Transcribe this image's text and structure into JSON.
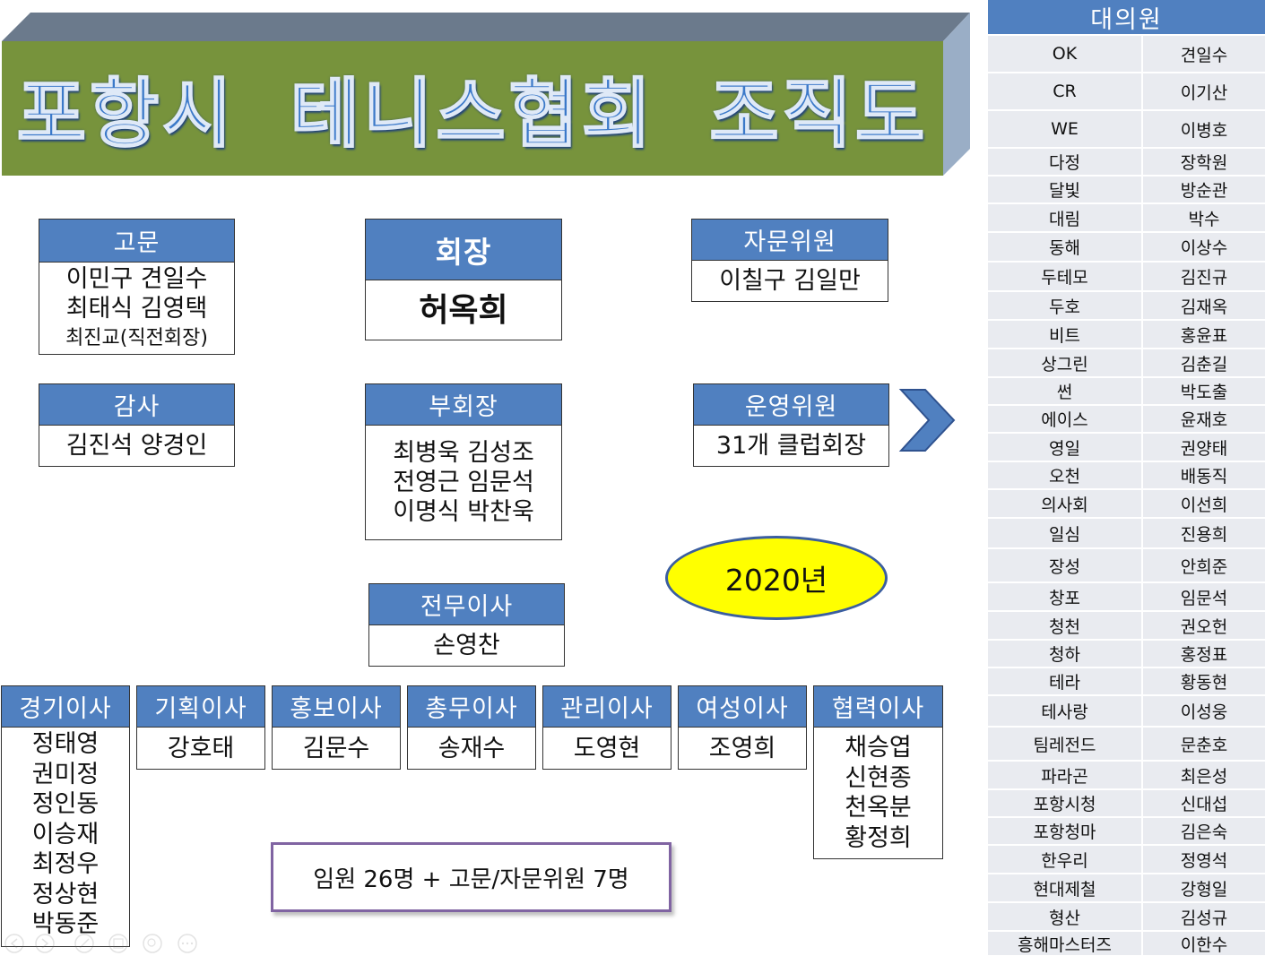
{
  "banner": {
    "title": "포항시 테니스협회 조직도"
  },
  "advisors": {
    "label": "고문",
    "names": [
      "이민구 견일수",
      "최태식 김영택",
      "최진교(직전회장)"
    ]
  },
  "president": {
    "label": "회장",
    "name": "허옥희"
  },
  "counselors": {
    "label": "자문위원",
    "names": [
      "이칠구 김일만"
    ]
  },
  "auditors": {
    "label": "감사",
    "names": [
      "김진석 양경인"
    ]
  },
  "vice_president": {
    "label": "부회장",
    "names": [
      "최병욱 김성조",
      "전영근 임문석",
      "이명식 박찬욱"
    ]
  },
  "steering": {
    "label": "운영위원",
    "names": [
      "31개 클럽회장"
    ]
  },
  "year": "2020년",
  "executive": {
    "label": "전무이사",
    "name": "손영찬"
  },
  "directors": [
    {
      "label": "경기이사",
      "names": [
        "정태영",
        "권미정",
        "정인동",
        "이승재",
        "최정우",
        "정상현",
        "박동준"
      ]
    },
    {
      "label": "기획이사",
      "names": [
        "강호태"
      ]
    },
    {
      "label": "홍보이사",
      "names": [
        "김문수"
      ]
    },
    {
      "label": "총무이사",
      "names": [
        "송재수"
      ]
    },
    {
      "label": "관리이사",
      "names": [
        "도영현"
      ]
    },
    {
      "label": "여성이사",
      "names": [
        "조영희"
      ]
    },
    {
      "label": "협력이사",
      "names": [
        "채승엽",
        "신현종",
        "천옥분",
        "황정희"
      ]
    }
  ],
  "summary": "임원 26명 + 고문/자문위원 7명",
  "delegates": {
    "title": "대의원",
    "rows": [
      [
        "OK",
        "견일수"
      ],
      [
        "CR",
        "이기산"
      ],
      [
        "WE",
        "이병호"
      ],
      [
        "다정",
        "장학원"
      ],
      [
        "달빛",
        "방순관"
      ],
      [
        "대림",
        "박수"
      ],
      [
        "동해",
        "이상수"
      ],
      [
        "두테모",
        "김진규"
      ],
      [
        "두호",
        "김재옥"
      ],
      [
        "비트",
        "홍윤표"
      ],
      [
        "상그린",
        "김춘길"
      ],
      [
        "썬",
        "박도출"
      ],
      [
        "에이스",
        "윤재호"
      ],
      [
        "영일",
        "권양태"
      ],
      [
        "오천",
        "배동직"
      ],
      [
        "의사회",
        "이선희"
      ],
      [
        "일심",
        "진용희"
      ],
      [
        "장성",
        "안희준"
      ],
      [
        "창포",
        "임문석"
      ],
      [
        "청천",
        "권오헌"
      ],
      [
        "청하",
        "홍정표"
      ],
      [
        "테라",
        "황동현"
      ],
      [
        "테사랑",
        "이성웅"
      ],
      [
        "팀레전드",
        "문춘호"
      ],
      [
        "파라곤",
        "최은성"
      ],
      [
        "포항시청",
        "신대섭"
      ],
      [
        "포항청마",
        "김은숙"
      ],
      [
        "한우리",
        "정영석"
      ],
      [
        "현대제철",
        "강형일"
      ],
      [
        "형산",
        "김성규"
      ],
      [
        "흥해마스터즈",
        "이한수"
      ]
    ]
  },
  "colors": {
    "banner_green": "#77933c",
    "banner_top": "#6b7a8c",
    "banner_side": "#9aaec6",
    "header_blue": "#5080c0",
    "oval_yellow": "#ffff00",
    "summary_border": "#8064a2",
    "table_cell": "#e9ebf0"
  }
}
